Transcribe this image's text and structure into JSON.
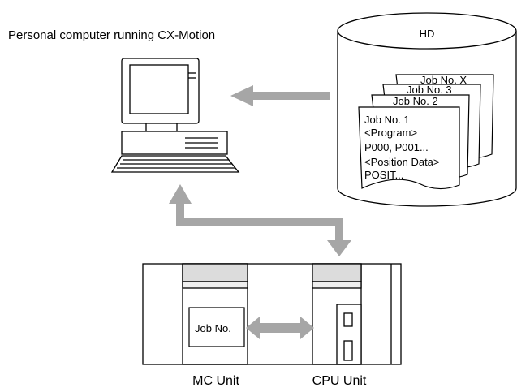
{
  "pc_label": "Personal computer running CX-Motion",
  "hd_label": "HD",
  "job_pages": {
    "back": "Job No. X",
    "third": "Job No. 3",
    "second": "Job No. 2",
    "front_lines": [
      "Job No. 1",
      "<Program>",
      "P000, P001...",
      "<Position Data>",
      "POSIT..."
    ]
  },
  "mc_unit_box": "Job No.",
  "units": {
    "mc": "MC Unit",
    "cpu": "CPU Unit"
  }
}
